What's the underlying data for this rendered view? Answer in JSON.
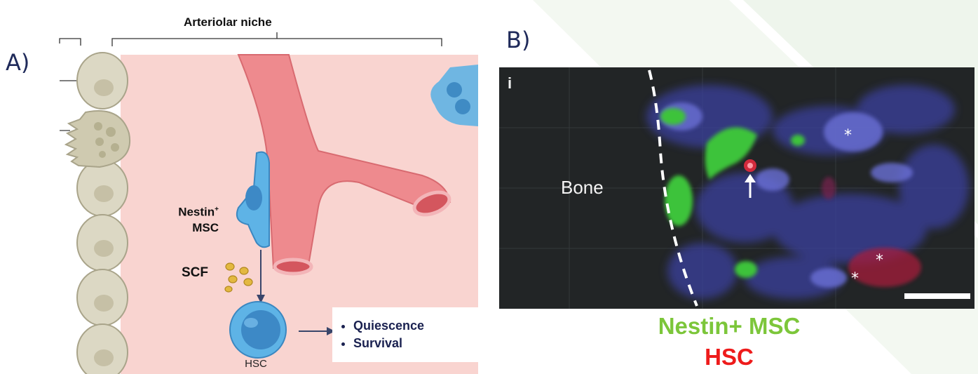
{
  "panel_a": {
    "letter": "A)",
    "niche_title": "Arteriolar niche",
    "nestin_label_main": "Nestin",
    "nestin_label_sup": "+",
    "nestin_label_second": "MSC",
    "scf_label": "SCF",
    "hsc_label": "HSC",
    "outcomes": [
      "Quiescence",
      "Survival"
    ]
  },
  "panel_b": {
    "letter": "B)",
    "micro_index": "i",
    "bone_label": "Bone",
    "caption_green": "Nestin+ MSC",
    "caption_red": "HSC"
  },
  "colors": {
    "niche_background": "#f9d4d0",
    "vessel": "#ee8a8e",
    "msc_cell": "#5eb3e6",
    "bone_cell": "#dcd8c4",
    "caption_green": "#7cc63a",
    "caption_red": "#ee1b1b",
    "outcome_text": "#1a2150"
  }
}
